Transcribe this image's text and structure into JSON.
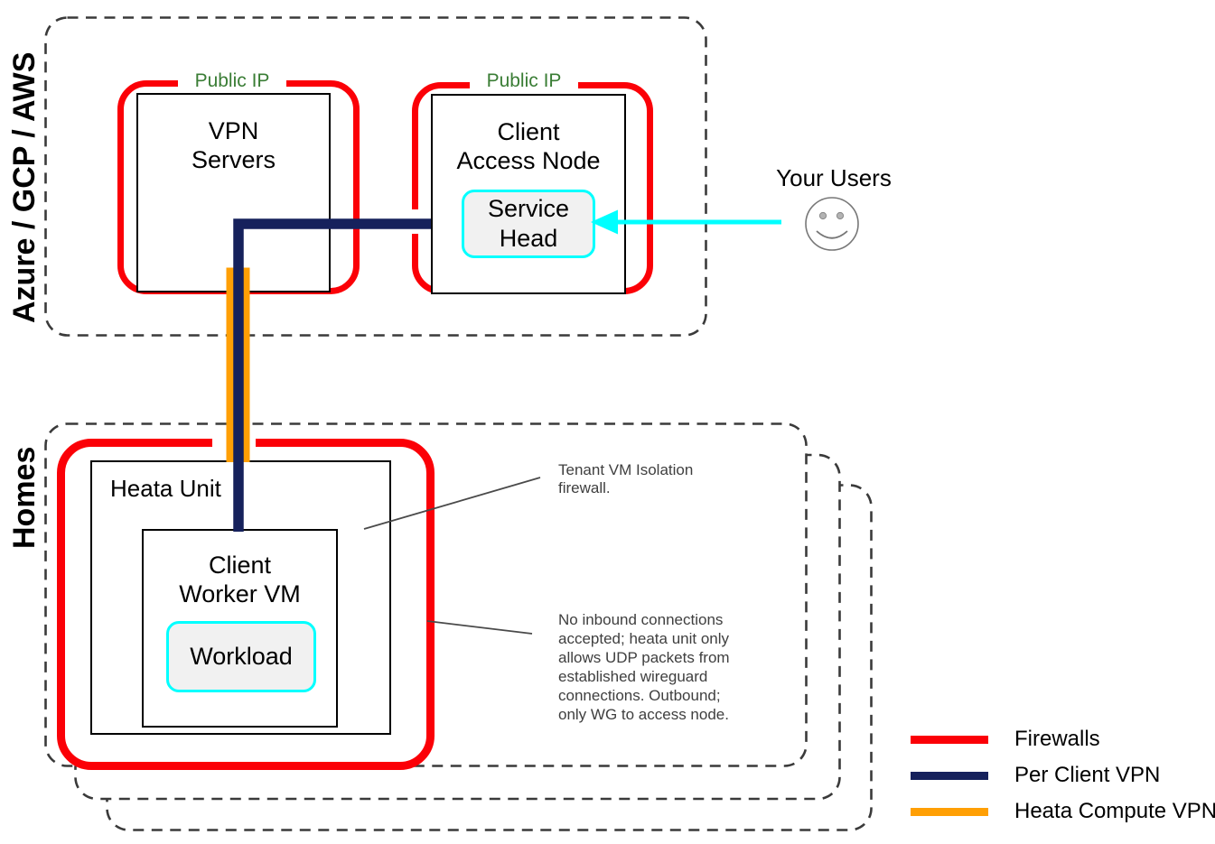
{
  "colors": {
    "firewall_red": "#fb0007",
    "per_client_vpn_navy": "#16215c",
    "heata_compute_orange": "#ff9f04",
    "user_traffic_cyan": "#00ffff",
    "public_ip_green": "#3a7d35"
  },
  "cloud_zone": {
    "label": "Azure / GCP / AWS",
    "vpn_servers": {
      "public_ip_label": "Public IP",
      "title": "VPN\nServers"
    },
    "client_access_node": {
      "public_ip_label": "Public IP",
      "title": "Client\nAccess Node",
      "service_head": "Service\nHead"
    }
  },
  "users": {
    "label": "Your Users"
  },
  "homes_zone": {
    "label": "Homes",
    "heata_unit_title": "Heata Unit",
    "client_worker_vm": "Client\nWorker VM",
    "workload": "Workload"
  },
  "annotations": {
    "tenant_isolation": "Tenant VM Isolation\nfirewall.",
    "inbound_policy": "No inbound connections\naccepted; heata unit only\nallows UDP packets from\nestablished wireguard\nconnections. Outbound;\nonly WG to access node."
  },
  "legend": {
    "items": [
      {
        "label": "Firewalls",
        "color": "#fb0007"
      },
      {
        "label": "Per Client VPN",
        "color": "#16215c"
      },
      {
        "label": "Heata Compute VPN",
        "color": "#ff9f04"
      }
    ]
  }
}
